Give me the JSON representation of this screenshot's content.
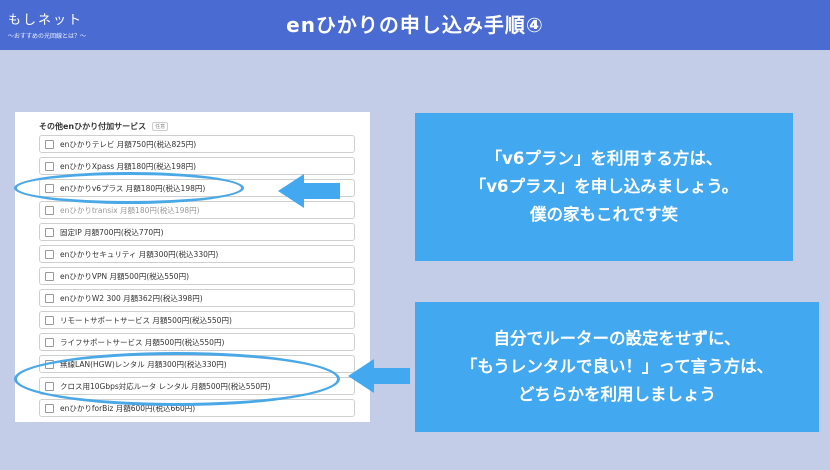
{
  "header": {
    "logo_main": "もしネット",
    "logo_sub": "〜おすすめの光回線とは？〜",
    "title": "enひかりの申し込み手順④"
  },
  "screenshot": {
    "section_title": "その他enひかり付加サービス",
    "badge": "任意",
    "options": [
      "enひかりテレビ 月額750円(税込825円)",
      "enひかりXpass 月額180円(税込198円)",
      "enひかりv6プラス 月額180円(税込198円)",
      "enひかりtransix 月額180円(税込198円)",
      "固定IP 月額700円(税込770円)",
      "enひかりセキュリティ 月額300円(税込330円)",
      "enひかりVPN 月額500円(税込550円)",
      "enひかりW2 300 月額362円(税込398円)",
      "リモートサポートサービス 月額500円(税込550円)",
      "ライフサポートサービス 月額500円(税込550円)",
      "無線LAN(HGW)レンタル 月額300円(税込330円)",
      "クロス用10Gbps対応ルータ レンタル 月額500円(税込550円)",
      "enひかりforBiz 月額600円(税込660円)"
    ]
  },
  "callouts": {
    "top": [
      "「v6プラン」を利用する方は、",
      "「v6プラス」を申し込みましょう。",
      "僕の家もこれです笑"
    ],
    "bottom": [
      "自分でルーターの設定をせずに、",
      "「もうレンタルで良い！」って言う方は、",
      "どちらかを利用しましょう"
    ]
  },
  "colors": {
    "background": "#c4cde7",
    "header": "#4a6bd1",
    "callout": "#42a8ef",
    "highlight": "#4aa8e6"
  },
  "icons": [
    "left-arrow-icon",
    "checkbox-icon"
  ]
}
